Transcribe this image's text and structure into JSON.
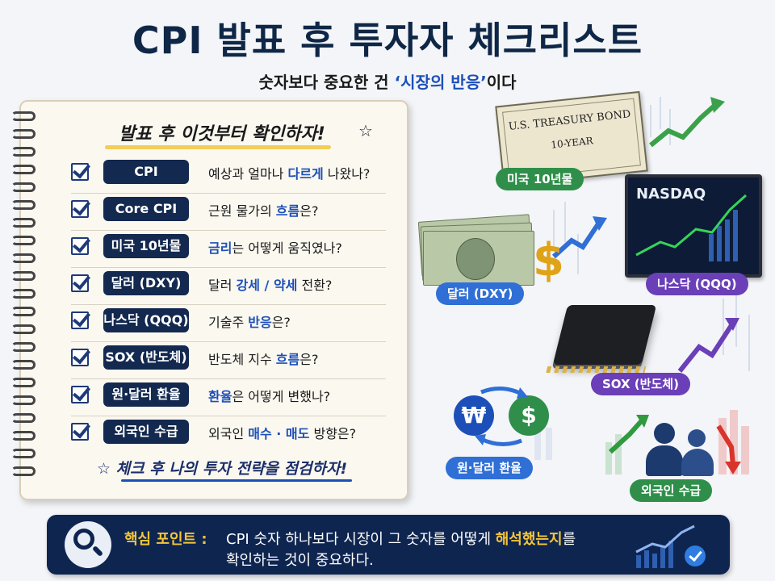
{
  "header": {
    "title": "CPI 발표 후 투자자 체크리스트",
    "subtitle_pre": "숫자보다 중요한 건 ",
    "subtitle_hl": "‘시장의 반응’",
    "subtitle_post": "이다"
  },
  "notebook": {
    "heading": "발표 후 이것부터 확인하자!",
    "items": [
      {
        "tag": "CPI",
        "pre": "예상과 얼마나 ",
        "hl": "다르게",
        "post": " 나왔나?"
      },
      {
        "tag": "Core CPI",
        "pre": "근원 물가의 ",
        "hl": "흐름",
        "post": "은?"
      },
      {
        "tag": "미국 10년물",
        "pre": "",
        "hl": "금리",
        "post": "는 어떻게 움직였나?"
      },
      {
        "tag": "달러 (DXY)",
        "pre": "달러 ",
        "hl": "강세 / 약세",
        "post": " 전환?"
      },
      {
        "tag": "나스닥 (QQQ)",
        "pre": "기술주 ",
        "hl": "반응",
        "post": "은?"
      },
      {
        "tag": "SOX (반도체)",
        "pre": "반도체 지수 ",
        "hl": "흐름",
        "post": "은?"
      },
      {
        "tag": "원·달러 환율",
        "pre": "",
        "hl": "환율",
        "post": "은 어떻게 변했나?"
      },
      {
        "tag": "외국인 수급",
        "pre": "외국인 ",
        "hl": "매수 · 매도",
        "post": " 방향은?"
      }
    ],
    "footer": "체크 후 나의 투자 전략을 점검하자!"
  },
  "illustrations": {
    "bond_line1": "U.S. TREASURY BOND",
    "bond_line2": "10-YEAR",
    "bond_label": "미국 10년물",
    "nasdaq_screen": "NASDAQ",
    "nasdaq_label": "나스닥 (QQQ)",
    "dollar_label": "달러 (DXY)",
    "dollar_sign": "$",
    "sox_label": "SOX (반도체)",
    "fx_won": "₩",
    "fx_usd": "$",
    "fx_label": "원·달러 환율",
    "foreign_label": "외국인 수급"
  },
  "banner": {
    "label": "핵심 포인트 :",
    "text1_pre": "CPI 숫자 하나보다 시장이 그 숫자를 어떻게 ",
    "text1_hl": "해석했는지",
    "text1_post": "를",
    "text2": "확인하는 것이 중요하다."
  },
  "colors": {
    "navy": "#13294f",
    "accent_blue": "#1d4fb8",
    "gold": "#f4c53a",
    "green_pill": "#2f8f4a",
    "purple_pill": "#6a3fb8",
    "blue_pill": "#2f6fd6"
  }
}
